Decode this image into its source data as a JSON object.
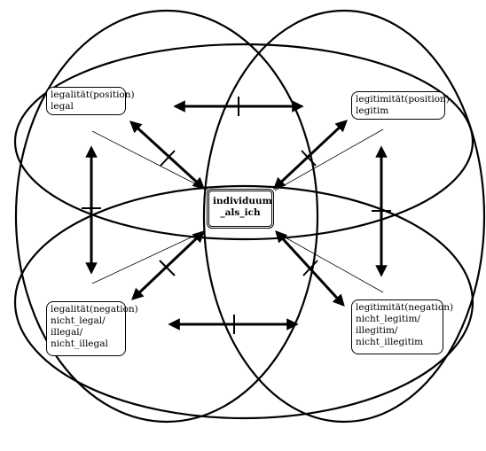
{
  "center": {
    "line1": "individuum",
    "line2": "_als_ich"
  },
  "boxes": {
    "top_left": {
      "line1": "legalität(position)",
      "line2": "legal"
    },
    "top_right": {
      "line1": "legitimität(position)",
      "line2": "legitim"
    },
    "bottom_left": {
      "line1": "legalität(negation)",
      "line2": "nicht_legal/",
      "line3": "illegal/",
      "line4": "nicht_illegal"
    },
    "bottom_right": {
      "line1": "legitimität(negation)",
      "line2": "nicht_legitim/",
      "line3": "illegitim/",
      "line4": "nicht_illegitim"
    }
  }
}
